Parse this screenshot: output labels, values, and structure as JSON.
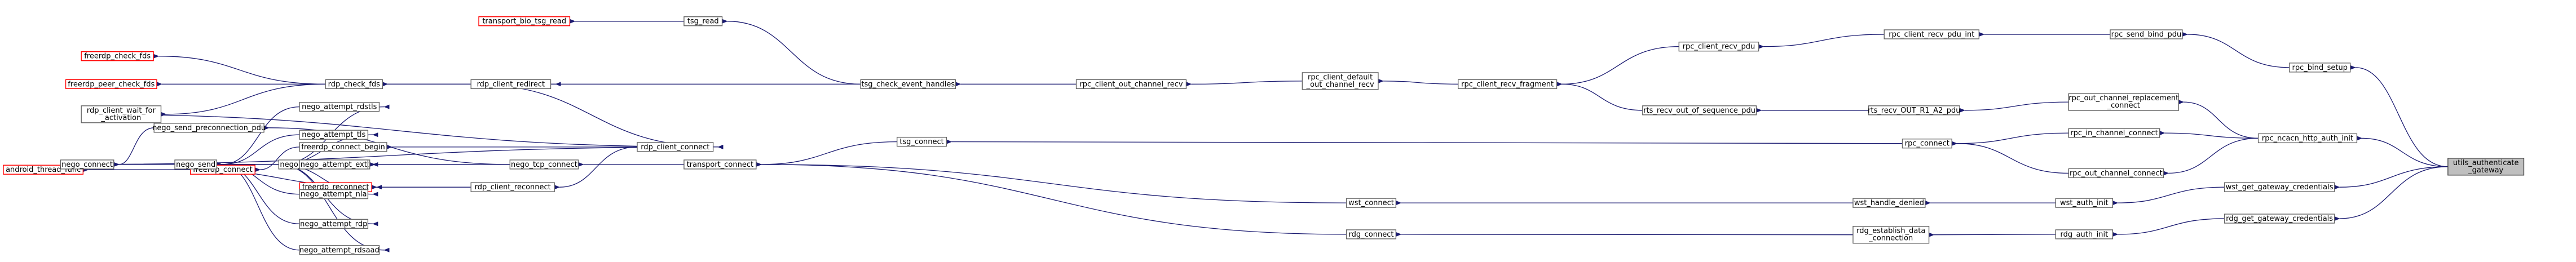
{
  "diagram": {
    "edge_color": "#191970",
    "node_border": "#666666",
    "external_border": "#ff0000",
    "root_fill": "#bfbfbf",
    "nodes": [
      {
        "id": "n_utils_auth",
        "lines": [
          "utils_authenticate",
          "_gateway"
        ],
        "root": true
      },
      {
        "id": "n_rpc_bind_setup",
        "lines": [
          "rpc_bind_setup"
        ]
      },
      {
        "id": "n_rpc_send_bind_pdu",
        "lines": [
          "rpc_send_bind_pdu"
        ]
      },
      {
        "id": "n_rpc_client_recv_pdu_int",
        "lines": [
          "rpc_client_recv_pdu_int"
        ]
      },
      {
        "id": "n_rpc_client_recv_pdu",
        "lines": [
          "rpc_client_recv_pdu"
        ]
      },
      {
        "id": "n_rpc_client_recv_fragment",
        "lines": [
          "rpc_client_recv_fragment"
        ]
      },
      {
        "id": "n_rpc_client_default_out",
        "lines": [
          "rpc_client_default",
          "_out_channel_recv"
        ]
      },
      {
        "id": "n_rpc_client_out_channel_recv",
        "lines": [
          "rpc_client_out_channel_recv"
        ]
      },
      {
        "id": "n_tsg_check_event_handles",
        "lines": [
          "tsg_check_event_handles"
        ]
      },
      {
        "id": "n_tsg_read",
        "lines": [
          "tsg_read"
        ]
      },
      {
        "id": "n_transport_bio_tsg_read",
        "lines": [
          "transport_bio_tsg_read"
        ],
        "external": true
      },
      {
        "id": "n_rdp_check_fds",
        "lines": [
          "rdp_check_fds"
        ]
      },
      {
        "id": "n_freerdp_check_fds",
        "lines": [
          "freerdp_check_fds"
        ],
        "external": true
      },
      {
        "id": "n_freerdp_peer_check_fds",
        "lines": [
          "freerdp_peer_check_fds"
        ],
        "external": true
      },
      {
        "id": "n_rdp_client_wait_for_activation",
        "lines": [
          "rdp_client_wait_for",
          "_activation"
        ]
      },
      {
        "id": "n_rdp_client_redirect",
        "lines": [
          "rdp_client_redirect"
        ]
      },
      {
        "id": "n_rdp_client_connect",
        "lines": [
          "rdp_client_connect"
        ]
      },
      {
        "id": "n_freerdp_connect_begin",
        "lines": [
          "freerdp_connect_begin"
        ]
      },
      {
        "id": "n_freerdp_connect",
        "lines": [
          "freerdp_connect"
        ],
        "external": true
      },
      {
        "id": "n_android_thread_func",
        "lines": [
          "android_thread_func"
        ],
        "external": true
      },
      {
        "id": "n_freerdp_reconnect",
        "lines": [
          "freerdp_reconnect"
        ],
        "external": true
      },
      {
        "id": "n_rdp_client_reconnect",
        "lines": [
          "rdp_client_reconnect"
        ]
      },
      {
        "id": "n_rts_recv_out_of_sequence_pdu",
        "lines": [
          "rts_recv_out_of_sequence_pdu"
        ]
      },
      {
        "id": "n_rts_recv_OUT_R1_A2_pdu",
        "lines": [
          "rts_recv_OUT_R1_A2_pdu"
        ]
      },
      {
        "id": "n_rpc_out_channel_replacement",
        "lines": [
          "rpc_out_channel_replacement",
          "_connect"
        ]
      },
      {
        "id": "n_rpc_ncacn_http_auth_init",
        "lines": [
          "rpc_ncacn_http_auth_init"
        ]
      },
      {
        "id": "n_rpc_in_channel_connect",
        "lines": [
          "rpc_in_channel_connect"
        ]
      },
      {
        "id": "n_rpc_connect",
        "lines": [
          "rpc_connect"
        ]
      },
      {
        "id": "n_tsg_connect",
        "lines": [
          "tsg_connect"
        ]
      },
      {
        "id": "n_transport_connect",
        "lines": [
          "transport_connect"
        ]
      },
      {
        "id": "n_nego_tcp_connect",
        "lines": [
          "nego_tcp_connect"
        ]
      },
      {
        "id": "n_nego_transport_connect",
        "lines": [
          "nego_transport_connect"
        ]
      },
      {
        "id": "n_nego_send_preconnection_pdu",
        "lines": [
          "nego_send_preconnection_pdu"
        ]
      },
      {
        "id": "n_nego_connect",
        "lines": [
          "nego_connect"
        ]
      },
      {
        "id": "n_nego_send",
        "lines": [
          "nego_send"
        ]
      },
      {
        "id": "n_nego_attempt_rdstls",
        "lines": [
          "nego_attempt_rdstls"
        ]
      },
      {
        "id": "n_nego_attempt_tls",
        "lines": [
          "nego_attempt_tls"
        ]
      },
      {
        "id": "n_nego_attempt_ext",
        "lines": [
          "nego_attempt_ext"
        ]
      },
      {
        "id": "n_nego_attempt_nla",
        "lines": [
          "nego_attempt_nla"
        ]
      },
      {
        "id": "n_nego_attempt_rdp",
        "lines": [
          "nego_attempt_rdp"
        ]
      },
      {
        "id": "n_nego_attempt_rdsaad",
        "lines": [
          "nego_attempt_rdsaad"
        ]
      },
      {
        "id": "n_rpc_out_channel_connect",
        "lines": [
          "rpc_out_channel_connect"
        ]
      },
      {
        "id": "n_wst_get_gateway_credentials",
        "lines": [
          "wst_get_gateway_credentials"
        ]
      },
      {
        "id": "n_wst_auth_init",
        "lines": [
          "wst_auth_init"
        ]
      },
      {
        "id": "n_wst_handle_denied",
        "lines": [
          "wst_handle_denied"
        ]
      },
      {
        "id": "n_wst_connect",
        "lines": [
          "wst_connect"
        ]
      },
      {
        "id": "n_rdg_get_gateway_credentials",
        "lines": [
          "rdg_get_gateway_credentials"
        ]
      },
      {
        "id": "n_rdg_auth_init",
        "lines": [
          "rdg_auth_init"
        ]
      },
      {
        "id": "n_rdg_establish_data_connection",
        "lines": [
          "rdg_establish_data",
          "_connection"
        ]
      },
      {
        "id": "n_rdg_connect",
        "lines": [
          "rdg_connect"
        ]
      }
    ],
    "edges": [
      {
        "from": "n_rpc_bind_setup",
        "to": "n_utils_auth"
      },
      {
        "from": "n_rpc_ncacn_http_auth_init",
        "to": "n_utils_auth"
      },
      {
        "from": "n_wst_get_gateway_credentials",
        "to": "n_utils_auth"
      },
      {
        "from": "n_rdg_get_gateway_credentials",
        "to": "n_utils_auth"
      },
      {
        "from": "n_rpc_send_bind_pdu",
        "to": "n_rpc_bind_setup"
      },
      {
        "from": "n_rpc_client_recv_pdu_int",
        "to": "n_rpc_send_bind_pdu"
      },
      {
        "from": "n_rpc_client_recv_pdu",
        "to": "n_rpc_client_recv_pdu_int"
      },
      {
        "from": "n_rpc_client_recv_fragment",
        "to": "n_rpc_client_recv_pdu"
      },
      {
        "from": "n_rpc_client_default_out",
        "to": "n_rpc_client_recv_fragment"
      },
      {
        "from": "n_rpc_client_out_channel_recv",
        "to": "n_rpc_client_default_out"
      },
      {
        "from": "n_tsg_check_event_handles",
        "to": "n_rpc_client_out_channel_recv"
      },
      {
        "from": "n_tsg_read",
        "to": "n_tsg_check_event_handles"
      },
      {
        "from": "n_transport_bio_tsg_read",
        "to": "n_tsg_read"
      },
      {
        "from": "n_rdp_check_fds",
        "to": "n_tsg_check_event_handles"
      },
      {
        "from": "n_freerdp_check_fds",
        "to": "n_rdp_check_fds"
      },
      {
        "from": "n_freerdp_peer_check_fds",
        "to": "n_rdp_check_fds"
      },
      {
        "from": "n_rdp_client_wait_for_activation",
        "to": "n_rdp_check_fds"
      },
      {
        "from": "n_rdp_client_redirect",
        "to": "n_rdp_check_fds"
      },
      {
        "from": "n_rdp_client_connect",
        "to": "n_rdp_client_redirect"
      },
      {
        "from": "n_rdp_client_connect",
        "to": "n_rdp_client_wait_for_activation"
      },
      {
        "from": "n_freerdp_connect_begin",
        "to": "n_rdp_client_connect"
      },
      {
        "from": "n_freerdp_connect",
        "to": "n_freerdp_connect_begin"
      },
      {
        "from": "n_android_thread_func",
        "to": "n_freerdp_connect"
      },
      {
        "from": "n_freerdp_reconnect",
        "to": "n_freerdp_connect"
      },
      {
        "from": "n_freerdp_reconnect",
        "to": "n_rdp_client_reconnect"
      },
      {
        "from": "n_rdp_client_reconnect",
        "to": "n_rdp_client_connect"
      },
      {
        "from": "n_rpc_client_recv_fragment",
        "to": "n_rts_recv_out_of_sequence_pdu"
      },
      {
        "from": "n_rts_recv_out_of_sequence_pdu",
        "to": "n_rts_recv_OUT_R1_A2_pdu"
      },
      {
        "from": "n_rts_recv_OUT_R1_A2_pdu",
        "to": "n_rpc_out_channel_replacement"
      },
      {
        "from": "n_rpc_out_channel_replacement",
        "to": "n_rpc_ncacn_http_auth_init"
      },
      {
        "from": "n_rpc_in_channel_connect",
        "to": "n_rpc_ncacn_http_auth_init"
      },
      {
        "from": "n_rpc_out_channel_connect",
        "to": "n_rpc_ncacn_http_auth_init"
      },
      {
        "from": "n_rpc_connect",
        "to": "n_rpc_in_channel_connect"
      },
      {
        "from": "n_rpc_connect",
        "to": "n_rpc_out_channel_connect"
      },
      {
        "from": "n_tsg_connect",
        "to": "n_rpc_connect"
      },
      {
        "from": "n_transport_connect",
        "to": "n_tsg_connect"
      },
      {
        "from": "n_transport_connect",
        "to": "n_wst_connect"
      },
      {
        "from": "n_transport_connect",
        "to": "n_rdg_connect"
      },
      {
        "from": "n_nego_tcp_connect",
        "to": "n_transport_connect"
      },
      {
        "from": "n_nego_transport_connect",
        "to": "n_nego_tcp_connect"
      },
      {
        "from": "n_nego_send_preconnection_pdu",
        "to": "n_nego_tcp_connect"
      },
      {
        "from": "n_nego_connect",
        "to": "n_nego_send_preconnection_pdu"
      },
      {
        "from": "n_nego_connect",
        "to": "n_nego_send"
      },
      {
        "from": "n_nego_connect",
        "to": "n_nego_tcp_connect"
      },
      {
        "from": "n_rdp_client_connect",
        "to": "n_nego_connect"
      },
      {
        "from": "n_nego_send",
        "to": "n_nego_transport_connect"
      },
      {
        "from": "n_nego_send",
        "to": "n_nego_attempt_rdstls"
      },
      {
        "from": "n_nego_send",
        "to": "n_nego_attempt_tls"
      },
      {
        "from": "n_nego_send",
        "to": "n_nego_attempt_ext"
      },
      {
        "from": "n_nego_send",
        "to": "n_nego_attempt_nla"
      },
      {
        "from": "n_nego_send",
        "to": "n_nego_attempt_rdp"
      },
      {
        "from": "n_nego_send",
        "to": "n_nego_attempt_rdsaad"
      },
      {
        "from": "n_nego_attempt_rdstls",
        "to": "n_nego_transport_connect"
      },
      {
        "from": "n_nego_attempt_tls",
        "to": "n_nego_transport_connect"
      },
      {
        "from": "n_nego_attempt_ext",
        "to": "n_nego_transport_connect"
      },
      {
        "from": "n_nego_attempt_nla",
        "to": "n_nego_transport_connect"
      },
      {
        "from": "n_nego_attempt_rdp",
        "to": "n_nego_transport_connect"
      },
      {
        "from": "n_nego_attempt_rdsaad",
        "to": "n_nego_transport_connect"
      },
      {
        "from": "n_wst_auth_init",
        "to": "n_wst_get_gateway_credentials"
      },
      {
        "from": "n_wst_handle_denied",
        "to": "n_wst_auth_init"
      },
      {
        "from": "n_wst_connect",
        "to": "n_wst_handle_denied"
      },
      {
        "from": "n_rdg_auth_init",
        "to": "n_rdg_get_gateway_credentials"
      },
      {
        "from": "n_rdg_establish_data_connection",
        "to": "n_rdg_auth_init"
      },
      {
        "from": "n_rdg_connect",
        "to": "n_rdg_establish_data_connection"
      }
    ]
  }
}
